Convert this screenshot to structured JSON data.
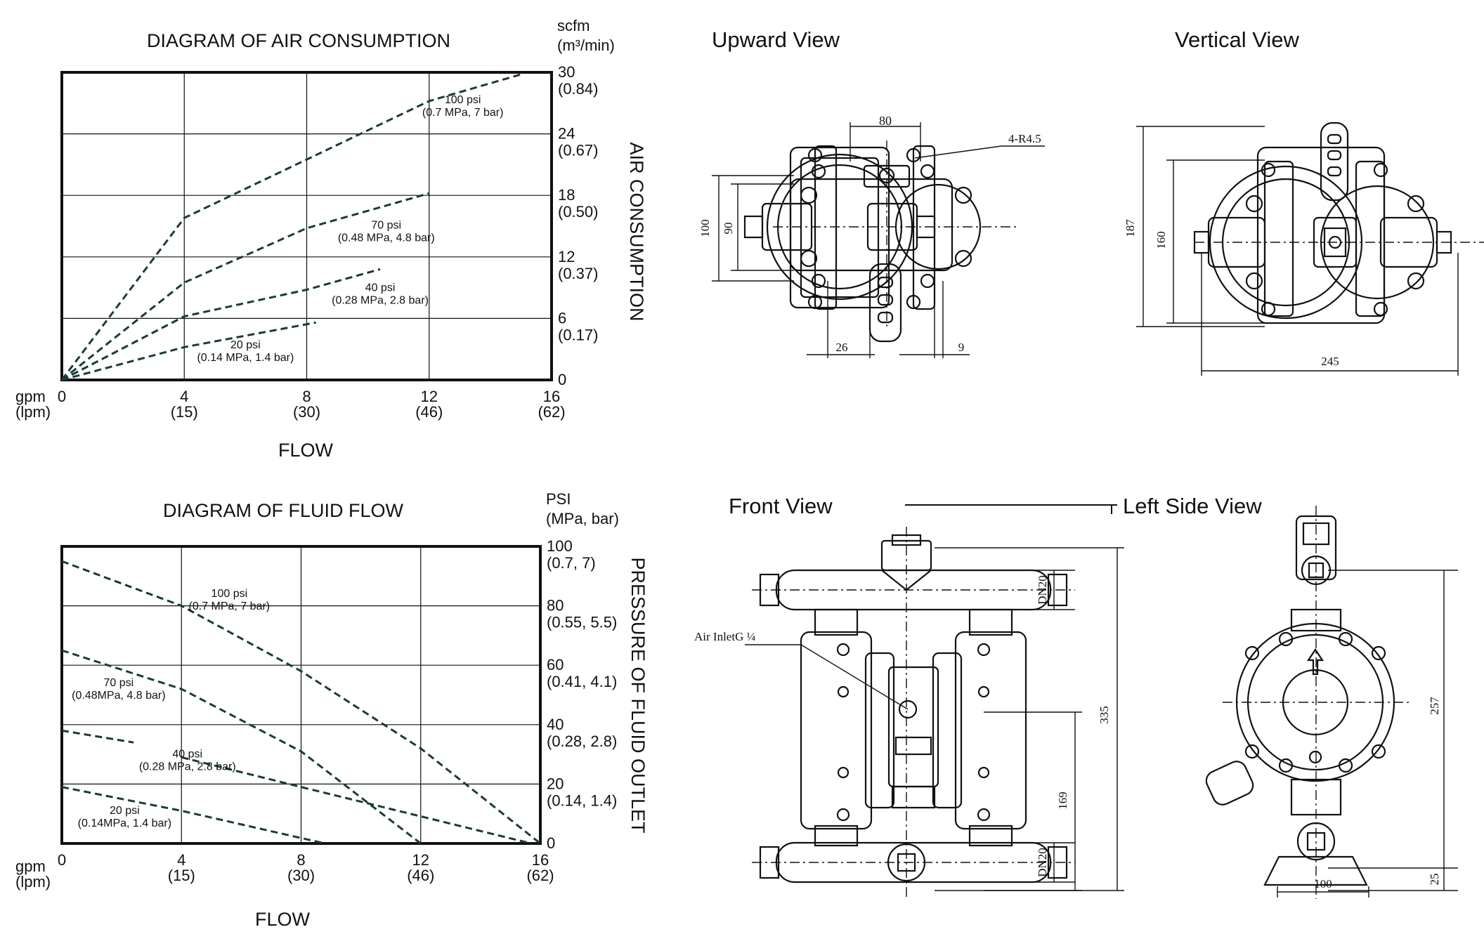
{
  "chart_data": [
    {
      "type": "line",
      "title": "DIAGRAM OF AIR CONSUMPTION",
      "xlabel": "FLOW",
      "ylabel": "AIR CONSUMPTION",
      "x_unit_top": "gpm",
      "x_unit_bottom": "(lpm)",
      "y_unit_top": "scfm",
      "y_unit_bottom": "(m³/min)",
      "xlim": [
        0,
        16
      ],
      "ylim": [
        0,
        30
      ],
      "x_ticks": [
        {
          "value": 0,
          "top": "0",
          "bottom": ""
        },
        {
          "value": 4,
          "top": "4",
          "bottom": "(15)"
        },
        {
          "value": 8,
          "top": "8",
          "bottom": "(30)"
        },
        {
          "value": 12,
          "top": "12",
          "bottom": "(46)"
        },
        {
          "value": 16,
          "top": "16",
          "bottom": "(62)"
        }
      ],
      "y_ticks": [
        {
          "value": 0,
          "top": "0",
          "bottom": ""
        },
        {
          "value": 6,
          "top": "6",
          "bottom": "(0.17)"
        },
        {
          "value": 12,
          "top": "12",
          "bottom": "(0.37)"
        },
        {
          "value": 18,
          "top": "18",
          "bottom": "(0.50)"
        },
        {
          "value": 24,
          "top": "24",
          "bottom": "(0.67)"
        },
        {
          "value": 30,
          "top": "30",
          "bottom": "(0.84)"
        }
      ],
      "grid": true,
      "series": [
        {
          "name": "100 psi",
          "sub": "(0.7 MPa, 7 bar)",
          "x": [
            0,
            4,
            8,
            12,
            15
          ],
          "y": [
            0,
            15.8,
            21.5,
            27.2,
            29.8
          ],
          "label_at": [
            13.1,
            26.7
          ]
        },
        {
          "name": "70 psi",
          "sub": "(0.48 MPa, 4.8 bar)",
          "x": [
            0,
            4,
            8,
            12
          ],
          "y": [
            0,
            9.5,
            14.8,
            18.2
          ],
          "label_at": [
            10.6,
            14.5
          ]
        },
        {
          "name": "40 psi",
          "sub": "(0.28 MPa, 2.8 bar)",
          "x": [
            0,
            4,
            8,
            10.4
          ],
          "y": [
            0,
            6.2,
            8.8,
            10.8
          ],
          "label_at": [
            10.4,
            8.4
          ]
        },
        {
          "name": "20 psi",
          "sub": "(0.14 MPa, 1.4 bar)",
          "x": [
            0,
            4,
            8.3
          ],
          "y": [
            0,
            3.2,
            5.6
          ],
          "label_at": [
            6,
            2.8
          ]
        }
      ]
    },
    {
      "type": "line",
      "title": "DIAGRAM OF FLUID FLOW",
      "xlabel": "FLOW",
      "ylabel": "PRESSURE OF FLUID OUTLET",
      "x_unit_top": "gpm",
      "x_unit_bottom": "(lpm)",
      "y_unit_top": "PSI",
      "y_unit_bottom": "(MPa, bar)",
      "xlim": [
        0,
        16
      ],
      "ylim": [
        0,
        100
      ],
      "x_ticks": [
        {
          "value": 0,
          "top": "0",
          "bottom": ""
        },
        {
          "value": 4,
          "top": "4",
          "bottom": "(15)"
        },
        {
          "value": 8,
          "top": "8",
          "bottom": "(30)"
        },
        {
          "value": 12,
          "top": "12",
          "bottom": "(46)"
        },
        {
          "value": 16,
          "top": "16",
          "bottom": "(62)"
        }
      ],
      "y_ticks": [
        {
          "value": 0,
          "top": "0",
          "bottom": ""
        },
        {
          "value": 20,
          "top": "20",
          "bottom": "(0.14, 1.4)"
        },
        {
          "value": 40,
          "top": "40",
          "bottom": "(0.28, 2.8)"
        },
        {
          "value": 60,
          "top": "60",
          "bottom": "(0.41, 4.1)"
        },
        {
          "value": 80,
          "top": "80",
          "bottom": "(0.55, 5.5)"
        },
        {
          "value": 100,
          "top": "100",
          "bottom": "(0.7, 7)"
        }
      ],
      "grid": true,
      "series": [
        {
          "name": "100 psi",
          "sub": "(0.7 MPa, 7 bar)",
          "x": [
            0,
            4,
            8,
            12,
            16
          ],
          "y": [
            95,
            80,
            58,
            32,
            0
          ],
          "label_at": [
            5.6,
            82
          ]
        },
        {
          "name": "70 psi",
          "sub": "(0.48MPa, 4.8 bar)",
          "x": [
            0,
            4,
            8,
            12
          ],
          "y": [
            65,
            52,
            31,
            0
          ],
          "label_at": [
            1.9,
            52
          ]
        },
        {
          "name": "40 psi",
          "sub": "(0.28 MPa, 2.8 bar)",
          "x": [
            0,
            2.4
          ],
          "y": [
            38,
            34
          ],
          "x2": [
            4,
            8,
            15.7
          ],
          "y2": [
            29,
            19,
            0
          ],
          "label_at": [
            4.2,
            28
          ]
        },
        {
          "name": "20 psi",
          "sub": "(0.14MPa, 1.4 bar)",
          "x": [
            0,
            4,
            8.8
          ],
          "y": [
            19,
            11,
            0
          ],
          "label_at": [
            2.1,
            9
          ]
        }
      ]
    }
  ],
  "views": {
    "upward": {
      "title": "Upward View",
      "dims": {
        "d80": "80",
        "r45": "4-R4.5",
        "d100": "100",
        "d90": "90",
        "d26": "26",
        "d9": "9"
      }
    },
    "vertical": {
      "title": "Vertical View",
      "dims": {
        "d187": "187",
        "d160": "160",
        "d245": "245"
      }
    },
    "front": {
      "title": "Front View",
      "dims": {
        "dn20top": "DN20",
        "dn20bot": "DN20",
        "air": "Air InletG ¼",
        "d335": "335",
        "d169": "169"
      }
    },
    "left": {
      "title": "Left Side View",
      "dims": {
        "d257": "257",
        "d25": "25",
        "d100": "100"
      }
    }
  }
}
